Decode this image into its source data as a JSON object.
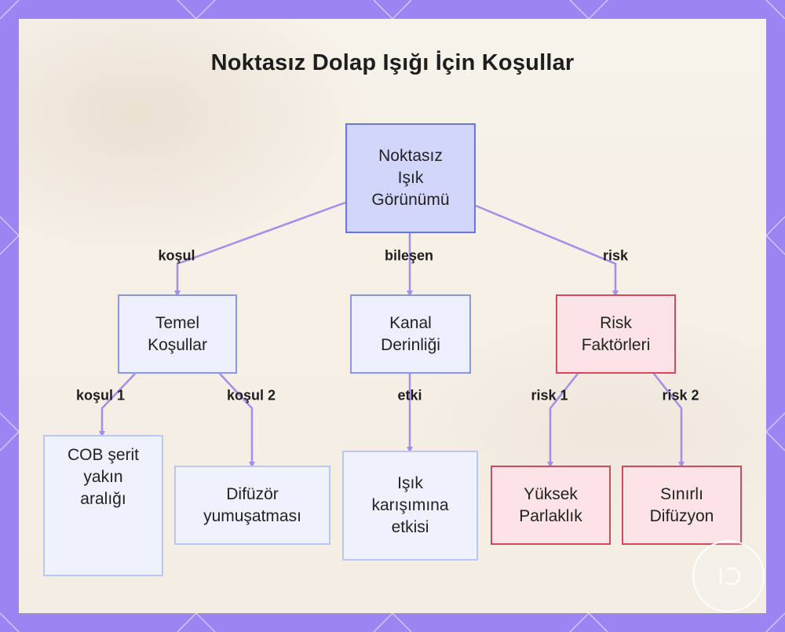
{
  "title": "Noktasız Dolap Işığı İçin Koşullar",
  "nodes": {
    "root": "Noktasız\nIşık\nGörünümü",
    "temel": "Temel\nKoşullar",
    "kanal": "Kanal\nDerinliği",
    "risk": "Risk\nFaktörleri",
    "cob": "COB şerit\nyakın\naralığı",
    "difuzor": "Difüzör\nyumuşatması",
    "isik": "Işık\nkarışımına\netkisi",
    "yuksek": "Yüksek\nParlaklık",
    "sinirli": "Sınırlı\nDifüzyon"
  },
  "edges": {
    "kosul": "koşul",
    "bilesen": "bileşen",
    "risk": "risk",
    "kosul1": "koşul 1",
    "kosul2": "koşul 2",
    "etki": "etki",
    "risk1": "risk 1",
    "risk2": "risk 2"
  },
  "colors": {
    "frame": "#9b85f2",
    "edge": "#a48ee8",
    "root_fill": "#d3d6fb",
    "root_border": "#6b76d9",
    "risk_border": "#d6465c"
  }
}
